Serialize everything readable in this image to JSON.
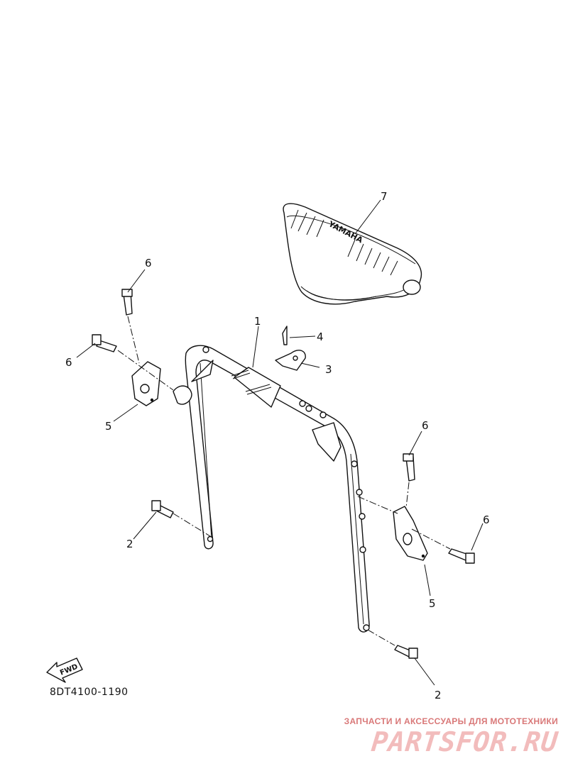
{
  "diagram": {
    "part_code": "8DT4100-1190",
    "fwd_label": "FWD",
    "seat_brand": "YAMAHA",
    "callouts": {
      "c1": "1",
      "c2a": "2",
      "c2b": "2",
      "c3": "3",
      "c4": "4",
      "c5a": "5",
      "c5b": "5",
      "c6a": "6",
      "c6b": "6",
      "c6c": "6",
      "c6d": "6",
      "c7": "7"
    }
  },
  "watermark": {
    "caption": "ЗАПЧАСТИ И АКСЕССУАРЫ ДЛЯ МОТОТЕХНИКИ",
    "logo": "PARTSFOR.RU",
    "color": "#e58f8f"
  }
}
